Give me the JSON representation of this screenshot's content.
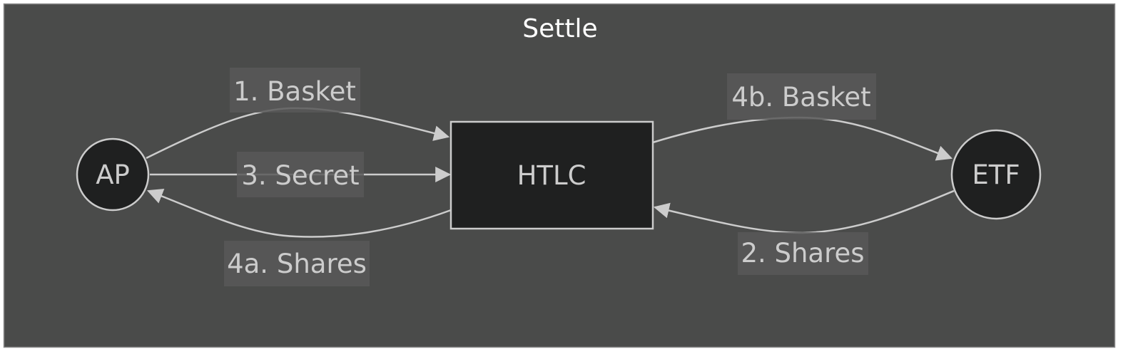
{
  "cluster": {
    "title": "Settle"
  },
  "nodes": {
    "ap": "AP",
    "htlc": "HTLC",
    "etf": "ETF"
  },
  "edges": {
    "e1": "1. Basket",
    "e2": "2. Shares",
    "e3": "3. Secret",
    "e4a": "4a. Shares",
    "e4b": "4b. Basket"
  },
  "colors": {
    "cluster_bg": "#4a4b4a",
    "node_fill": "#1f2020",
    "stroke": "#cccccc",
    "label_bg": "#585858"
  }
}
